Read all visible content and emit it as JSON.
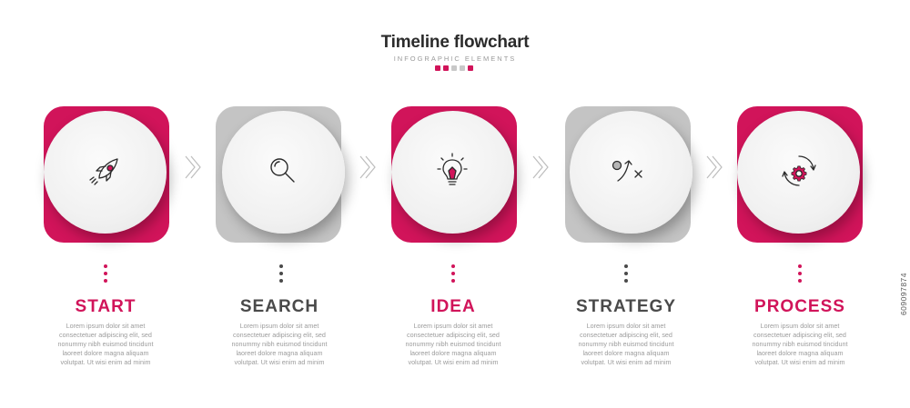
{
  "header": {
    "title": "Timeline flowchart",
    "subtitle": "INFOGRAPHIC ELEMENTS",
    "dot_colors": [
      "#d1145a",
      "#d1145a",
      "#c8c8c8",
      "#c8c8c8",
      "#d1145a"
    ]
  },
  "colors": {
    "accent": "#d1145a",
    "gray": "#c4c4c4",
    "dark_text": "#4a4a4a"
  },
  "steps": [
    {
      "label": "START",
      "icon": "rocket-icon",
      "color": "#d1145a",
      "desc1": "Lorem ipsum dolor sit amet",
      "desc2": "consectetuer adipiscing elit, sed",
      "desc3": "nonummy nibh euismod tincidunt",
      "desc4": "laoreet dolore magna aliquam",
      "desc5": "volutpat. Ut wisi enim ad minim"
    },
    {
      "label": "SEARCH",
      "icon": "magnifier-icon",
      "color": "#4a4a4a",
      "desc1": "Lorem ipsum dolor sit amet",
      "desc2": "consectetuer adipiscing elit, sed",
      "desc3": "nonummy nibh euismod tincidunt",
      "desc4": "laoreet dolore magna aliquam",
      "desc5": "volutpat. Ut wisi enim ad minim"
    },
    {
      "label": "IDEA",
      "icon": "lightbulb-icon",
      "color": "#d1145a",
      "desc1": "Lorem ipsum dolor sit amet",
      "desc2": "consectetuer adipiscing elit, sed",
      "desc3": "nonummy nibh euismod tincidunt",
      "desc4": "laoreet dolore magna aliquam",
      "desc5": "volutpat. Ut wisi enim ad minim"
    },
    {
      "label": "STRATEGY",
      "icon": "strategy-icon",
      "color": "#4a4a4a",
      "desc1": "Lorem ipsum dolor sit amet",
      "desc2": "consectetuer adipiscing elit, sed",
      "desc3": "nonummy nibh euismod tincidunt",
      "desc4": "laoreet dolore magna aliquam",
      "desc5": "volutpat. Ut wisi enim ad minim"
    },
    {
      "label": "PROCESS",
      "icon": "gear-cycle-icon",
      "color": "#d1145a",
      "desc1": "Lorem ipsum dolor sit amet",
      "desc2": "consectetuer adipiscing elit, sed",
      "desc3": "nonummy nibh euismod tincidunt",
      "desc4": "laoreet dolore magna aliquam",
      "desc5": "volutpat. Ut wisi enim ad minim"
    }
  ],
  "side_id": "609097874"
}
